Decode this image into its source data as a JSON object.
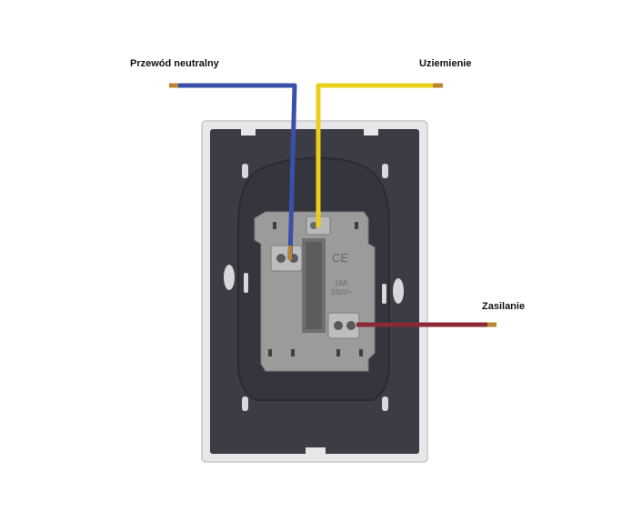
{
  "labels": {
    "neutral": "Przewód neutralny",
    "ground": "Uziemienie",
    "supply": "Zasilanie"
  },
  "module_markings": {
    "rating_amp": "16A",
    "rating_volt": "250V~",
    "ce_mark": "CE"
  },
  "colors": {
    "neutral_wire": "#3a4fa8",
    "ground_wire": "#e8cf1a",
    "supply_wire": "#8b2a35",
    "copper": "#b8862f",
    "frame": "#3b3c44",
    "module": "#9b9b9b"
  }
}
